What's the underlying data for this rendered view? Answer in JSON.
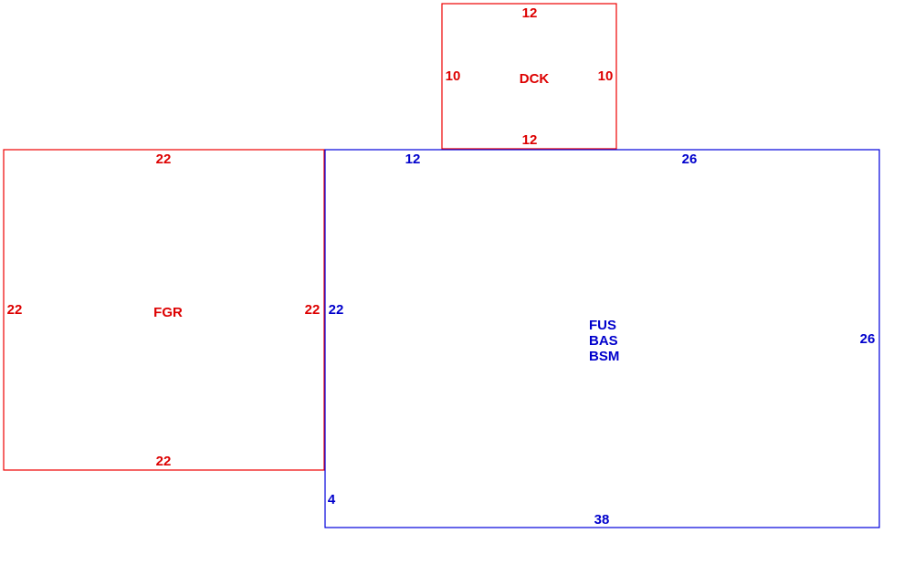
{
  "colors": {
    "red": "#dd0000",
    "blue": "#0000cc"
  },
  "deck": {
    "name": "DCK",
    "top": "12",
    "left": "10",
    "right": "10",
    "bottom": "12"
  },
  "garage": {
    "name": "FGR",
    "top": "22",
    "left": "22",
    "right": "22",
    "bottom": "22"
  },
  "house": {
    "codes": [
      "FUS",
      "BAS",
      "BSM"
    ],
    "top_left": "12",
    "top_right": "26",
    "left_upper": "22",
    "left_lower": "4",
    "right": "26",
    "bottom": "38"
  }
}
